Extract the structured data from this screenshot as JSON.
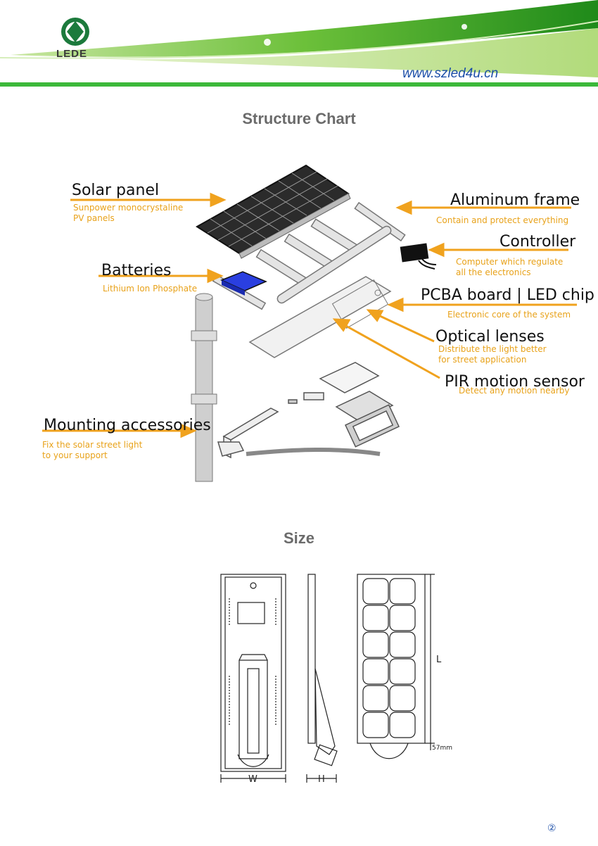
{
  "header": {
    "logo_text": "LEDE",
    "website": "www.szled4u.cn"
  },
  "structure_chart": {
    "title": "Structure Chart",
    "labels": {
      "solar_panel": {
        "title": "Solar panel",
        "desc1": "Sunpower monocrystaline",
        "desc2": "PV panels"
      },
      "aluminum_frame": {
        "title": "Aluminum frame",
        "desc1": "Contain and protect everything"
      },
      "controller": {
        "title": "Controller",
        "desc1": "Computer which regulate",
        "desc2": "all the electronics"
      },
      "batteries": {
        "title": "Batteries",
        "desc1": "Lithium Ion Phosphate"
      },
      "pcba": {
        "title": "PCBA board | LED chip",
        "desc1": "Electronic core of the system"
      },
      "optical_lenses": {
        "title": "Optical lenses",
        "desc1": "Distribute the light better",
        "desc2": "for street application"
      },
      "pir_sensor": {
        "title": "PIR motion sensor",
        "desc1": "Detect any motion nearby"
      },
      "mounting": {
        "title": "Mounting accessories",
        "desc1": "Fix the solar street light",
        "desc2": "to your support"
      }
    }
  },
  "size": {
    "title": "Size",
    "dims": {
      "w": "W",
      "h": "H",
      "l": "L",
      "offset": "57mm"
    }
  },
  "colors": {
    "accent_orange": "#f0a21e",
    "brand_green": "#3cb83a",
    "url_blue": "#1d4fa8"
  },
  "page_number": "②"
}
